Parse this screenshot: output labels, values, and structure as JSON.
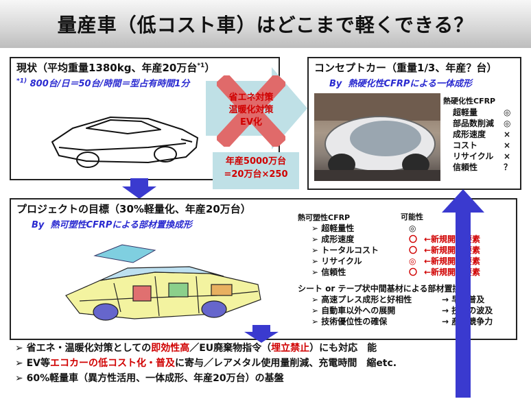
{
  "title": "量産車（低コスト車）はどこまで軽くできる？",
  "status": {
    "title_main": "現状（平均重量1380kg、年産20万台",
    "title_sup": "*1",
    "title_end": "）",
    "note_sup": "*1)",
    "note": " 800台/日＝50台/時間＝型占有時間1分"
  },
  "center": {
    "cross_lines": [
      "省エネ対策",
      "温暖化対策",
      "EV化"
    ],
    "mass_lines": [
      "年産5000万台",
      "=20万台×250"
    ]
  },
  "concept": {
    "title": "コンセプトカー（重量1/3、年産？台）",
    "by": "By",
    "sub": "熱硬化性CFRPによる一体成形",
    "props_header": "熱硬化性CFRP",
    "props": [
      {
        "label": "超軽量",
        "mark": "◎"
      },
      {
        "label": "部品数削減",
        "mark": "◎"
      },
      {
        "label": "成形速度",
        "mark": "×"
      },
      {
        "label": "コスト",
        "mark": "×"
      },
      {
        "label": "リサイクル",
        "mark": "×"
      },
      {
        "label": "信頼性",
        "mark": "？"
      }
    ]
  },
  "project": {
    "title": "プロジェクトの目標（30%軽量化、年産20万台）",
    "by": "By",
    "sub": "熱可塑性CFRPによる部材置換成形",
    "props_header": "熱可塑性CFRP",
    "possibility_header": "可能性",
    "props": [
      {
        "label": "超軽量性",
        "mark": "◎",
        "note": ""
      },
      {
        "label": "成形速度",
        "mark": "〇",
        "note": "←新規開　要素"
      },
      {
        "label": "トータルコスト",
        "mark": "〇",
        "note": "←新規開　要素"
      },
      {
        "label": "リサイクル",
        "mark": "◎",
        "note": "←新規開　要素"
      },
      {
        "label": "信頼性",
        "mark": "〇",
        "note": "←新規開　要素"
      }
    ],
    "sheet_header": "シート or テープ状中間基材による部材置換",
    "sheet_items": [
      {
        "label": "高速プレス成形と好相性",
        "result": "→ 早　普及"
      },
      {
        "label": "自動車以外への展開",
        "result": "→ 技　の波及"
      },
      {
        "label": "技術優位性の確保",
        "result": "→ 産　競争力"
      }
    ]
  },
  "bottom": [
    {
      "pre": "省エネ・温暖化対策としての",
      "red1": "即効性高",
      "mid": "／EU廃棄物指令（",
      "red2": "埋立禁止",
      "post": "）にも対応　能"
    },
    {
      "pre": "EV等",
      "red1": "エコカーの低コスト化・普及",
      "mid": "に寄与／レアメタル使用量削減、充電時間　縮etc.",
      "red2": "",
      "post": ""
    },
    {
      "pre": "60%軽量車（異方性活用、一体成形、年産20万台）の基盤",
      "red1": "",
      "mid": "",
      "red2": "",
      "post": ""
    }
  ],
  "colors": {
    "accent_red": "#d00000",
    "accent_blue": "#2a2ad0",
    "arrow_blue": "#3a3acf",
    "arrow_cyan": "#bfe0e6"
  }
}
